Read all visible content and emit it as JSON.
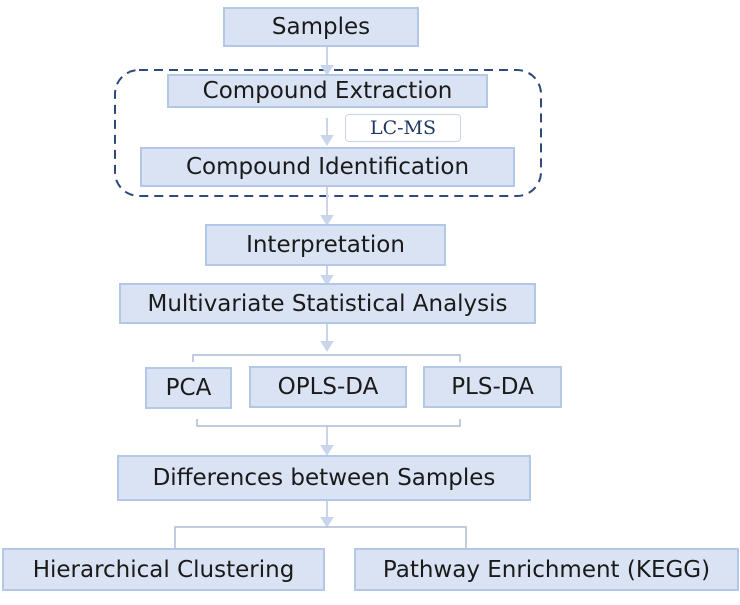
{
  "steps": {
    "samples": "Samples",
    "extraction": "Compound Extraction",
    "lcms": "LC-MS",
    "identification": "Compound Identification",
    "interpretation": "Interpretation",
    "multivariate": "Multivariate Statistical Analysis",
    "pca": "PCA",
    "oplsda": "OPLS-DA",
    "plsda": "PLS-DA",
    "differences": "Differences between Samples",
    "clustering": "Hierarchical Clustering",
    "pathway": "Pathway Enrichment (KEGG)"
  },
  "colors": {
    "box_fill": "#dae3f3",
    "box_border": "#b4c7e7",
    "connector": "#c9d5ea",
    "dashed_group": "#2f4a7a"
  }
}
